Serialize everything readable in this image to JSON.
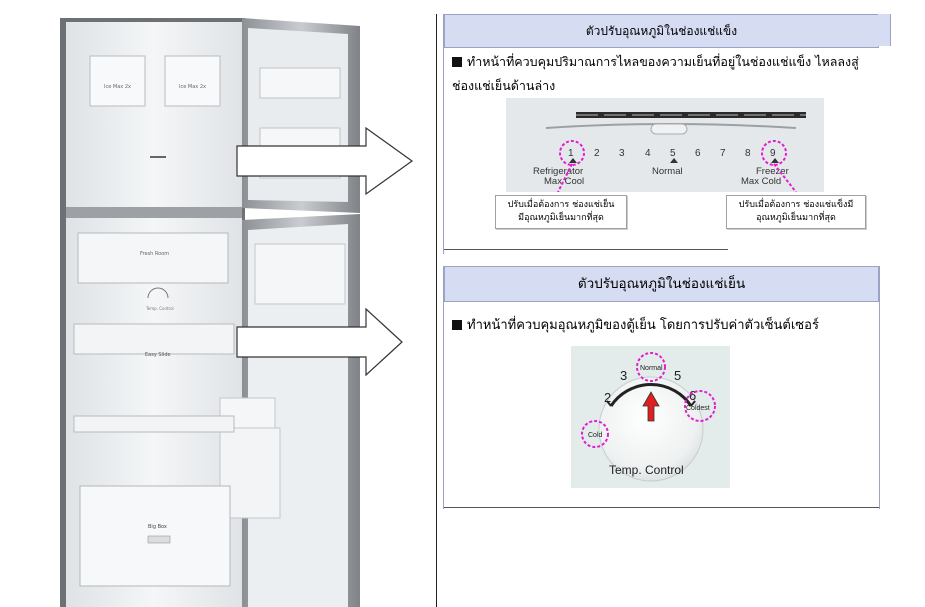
{
  "freezer_panel": {
    "title": "ตัวปรับอุณหภูมิในช่องแช่แข็ง",
    "description": "ทำหน้าที่ควบคุมปริมาณการไหลของความเย็นที่อยู่ในช่องแช่แข็ง ไหลลงสู่ช่องแช่เย็นด้านล่าง",
    "dial_numbers": [
      "1",
      "2",
      "3",
      "4",
      "5",
      "6",
      "7",
      "8",
      "9"
    ],
    "label_left_1": "Refrigerator",
    "label_left_2": "Max Cool",
    "label_mid": "Normal",
    "label_right_1": "Freezer",
    "label_right_2": "Max Cold",
    "note_left_1": "ปรับเมื่อต้องการ ช่องแช่เย็น",
    "note_left_2": "มีอุณหภูมิเย็นมากที่สุด",
    "note_right_1": "ปรับเมื่อต้องการ ช่องแช่แข็งมี",
    "note_right_2": "อุณหภูมิเย็นมากที่สุด"
  },
  "fridge_panel": {
    "title": "ตัวปรับอุณหภูมิในช่องแช่เย็น",
    "description": "ทำหน้าที่ควบคุมอุณหภูมิของตู้เย็น โดยการปรับค่าตัวเซ็นต์เซอร์",
    "dial_label": "Temp. Control",
    "num_2": "2",
    "num_3": "3",
    "num_5": "5",
    "num_6": "6",
    "cold": "Cold",
    "normal": "Normal",
    "coldest": "Coldest"
  },
  "fridge_image": {
    "ice_label_1": "Ice Max 2x",
    "ice_label_2": "Ice Max 2x",
    "fresh_room": "Fresh Room",
    "temp_control": "Temp. Control",
    "easy_slide": "Easy Slide",
    "big_box": "Big Box"
  }
}
